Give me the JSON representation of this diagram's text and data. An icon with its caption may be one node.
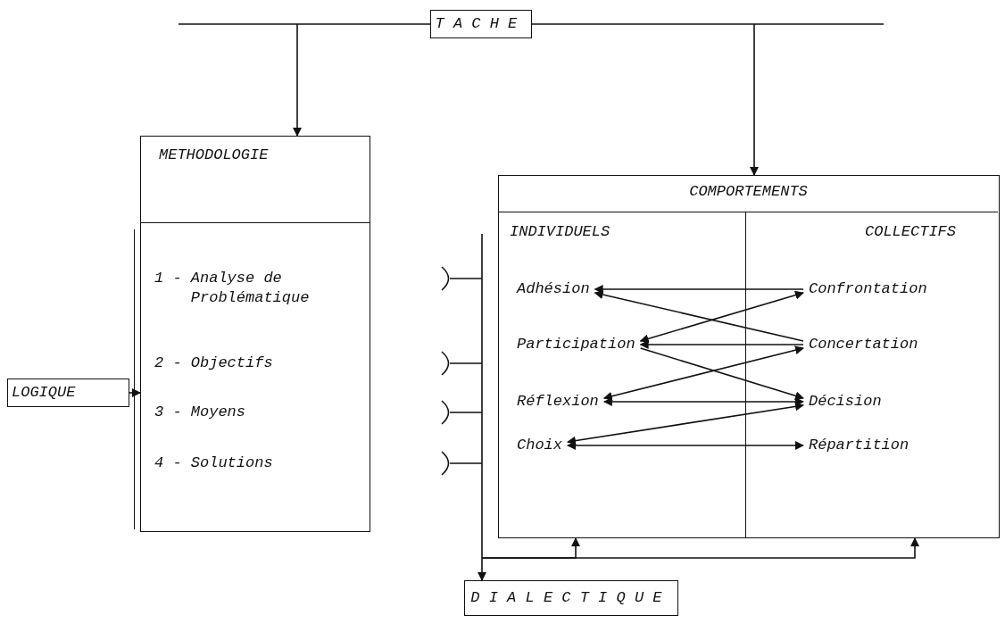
{
  "diagram": {
    "nodes": [
      {
        "text": [
          "TACHE"
        ]
      },
      {
        "text": [
          "METHODOLOGIE",
          "1 - Analyse de Problématique",
          "2 - Objectifs",
          "3 - Moyens",
          "4 - Solutions"
        ]
      },
      {
        "text": [
          "LOGIQUE"
        ]
      },
      {
        "text": [
          "COMPORTEMENTS",
          "INDIVIDUELS",
          "COLLECTIFS"
        ]
      },
      {
        "text": [
          "Adhésion"
        ],
        "in": 3
      },
      {
        "text": [
          "Participation"
        ],
        "in": 3
      },
      {
        "text": [
          "Réflexion"
        ],
        "in": 3
      },
      {
        "text": [
          "Choix"
        ],
        "in": 3
      },
      {
        "text": [
          "Confrontation"
        ],
        "in": 3
      },
      {
        "text": [
          "Concertation"
        ],
        "in": 3
      },
      {
        "text": [
          "Décision"
        ],
        "in": 3
      },
      {
        "text": [
          "Répartition"
        ],
        "in": 3
      },
      {
        "text": [
          "DIALECTIQUE"
        ]
      }
    ],
    "edges": [
      {
        "from": 0,
        "to": 1,
        "arrow": "to"
      },
      {
        "from": 0,
        "to": 3,
        "arrow": "to"
      },
      {
        "from": 2,
        "to": 1,
        "arrow": "to"
      },
      {
        "from": null,
        "to": 12,
        "arrow": "to"
      },
      {
        "from": null,
        "to": 3,
        "arrow": "to"
      },
      {
        "from": null,
        "to": 3,
        "arrow": "to"
      },
      {
        "from": 8,
        "to": 4,
        "arrow": "to"
      },
      {
        "from": 9,
        "to": 4,
        "arrow": "to"
      },
      {
        "from": 5,
        "to": 8,
        "arrow": "both"
      },
      {
        "from": 9,
        "to": 5,
        "arrow": "to"
      },
      {
        "from": 5,
        "to": 10,
        "arrow": "to"
      },
      {
        "from": 6,
        "to": 9,
        "arrow": "both"
      },
      {
        "from": 6,
        "to": 10,
        "arrow": "both"
      },
      {
        "from": 7,
        "to": 10,
        "arrow": "both"
      },
      {
        "from": 7,
        "to": 11,
        "arrow": "both"
      }
    ]
  }
}
